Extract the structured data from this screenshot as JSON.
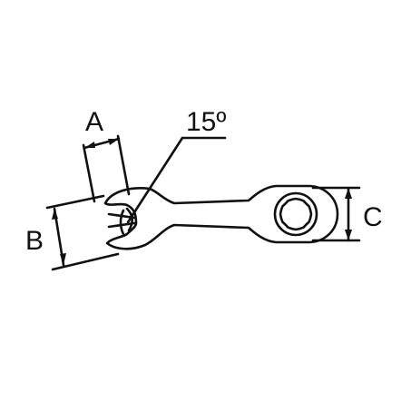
{
  "labels": {
    "a": "A",
    "angle": "15º",
    "b": "B",
    "c": "C"
  },
  "colors": {
    "ink": "#111111",
    "background": "#ffffff"
  }
}
